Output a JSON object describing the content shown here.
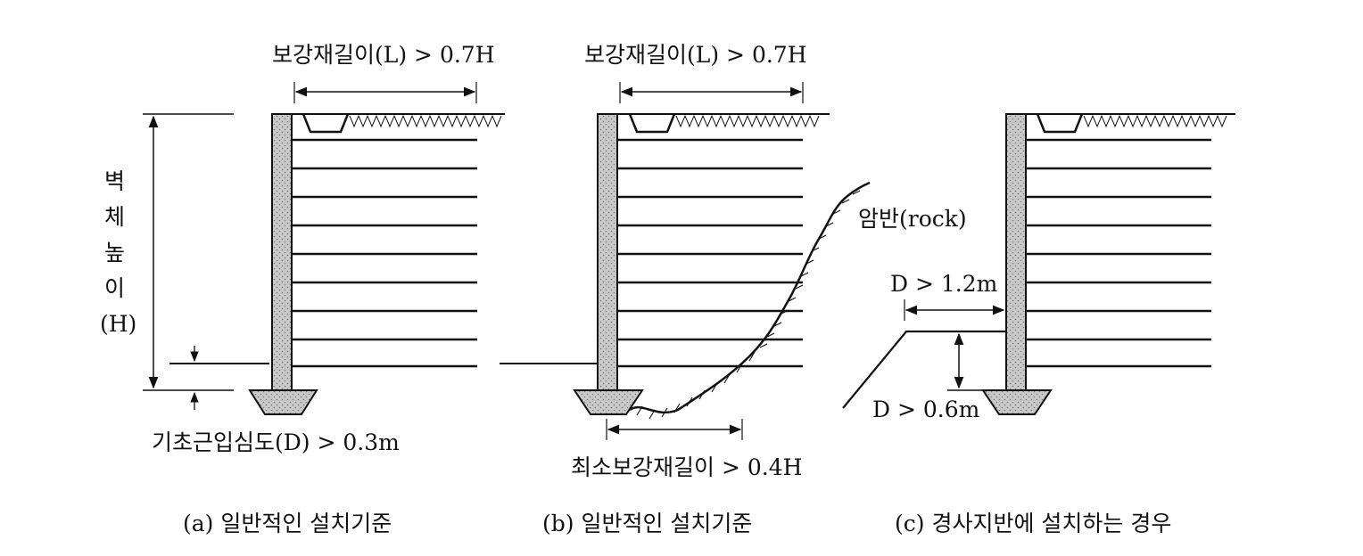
{
  "panels": [
    {
      "caption": "(a) 일반적인 설치기준",
      "reinforcement_length": "보강재길이(L) > 0.7H",
      "wall_height_chars": [
        "벽",
        "체",
        "높",
        "이",
        "(H)"
      ],
      "embedment": "기초근입심도(D) > 0.3m"
    },
    {
      "caption": "(b) 일반적인 설치기준",
      "reinforcement_length": "보강재길이(L) > 0.7H",
      "rock": "암반(rock)",
      "min_length": "최소보강재길이 > 0.4H"
    },
    {
      "caption": "(c) 경사지반에 설치하는 경우",
      "bench_width": "D > 1.2m",
      "embedment": "D > 0.6m"
    }
  ]
}
